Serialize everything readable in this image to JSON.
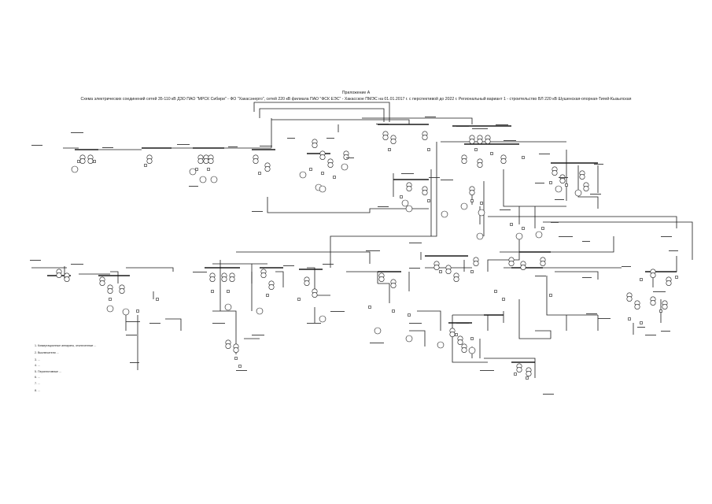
{
  "header": {
    "appendix": "Приложение А",
    "caption": "Схема электрических соединений сетей 35-110 кВ ДЗО ПАО \"МРСК Сибири\" - ФО \"Хакасэнерго\", сетей 220 кВ филиала ПАО \"ФСК ЕЭС\" - Хакасское ПМЭС на 01.01.2017 г. с перспективой до 2022 г. Региональный вариант 1 - строительство ВЛ 220 кВ Шушенская-опорная-Тигей-Кызылская"
  },
  "colors": {
    "line": "#1a1a1a",
    "background": "#ffffff"
  },
  "legend": [
    "1. Коммутационные аппараты, отключенные ...",
    "2. Выключатели ...",
    "3. ...",
    "4. ...",
    "5. Перспективные ...",
    "6. ...",
    "7. ...",
    "8. ..."
  ]
}
